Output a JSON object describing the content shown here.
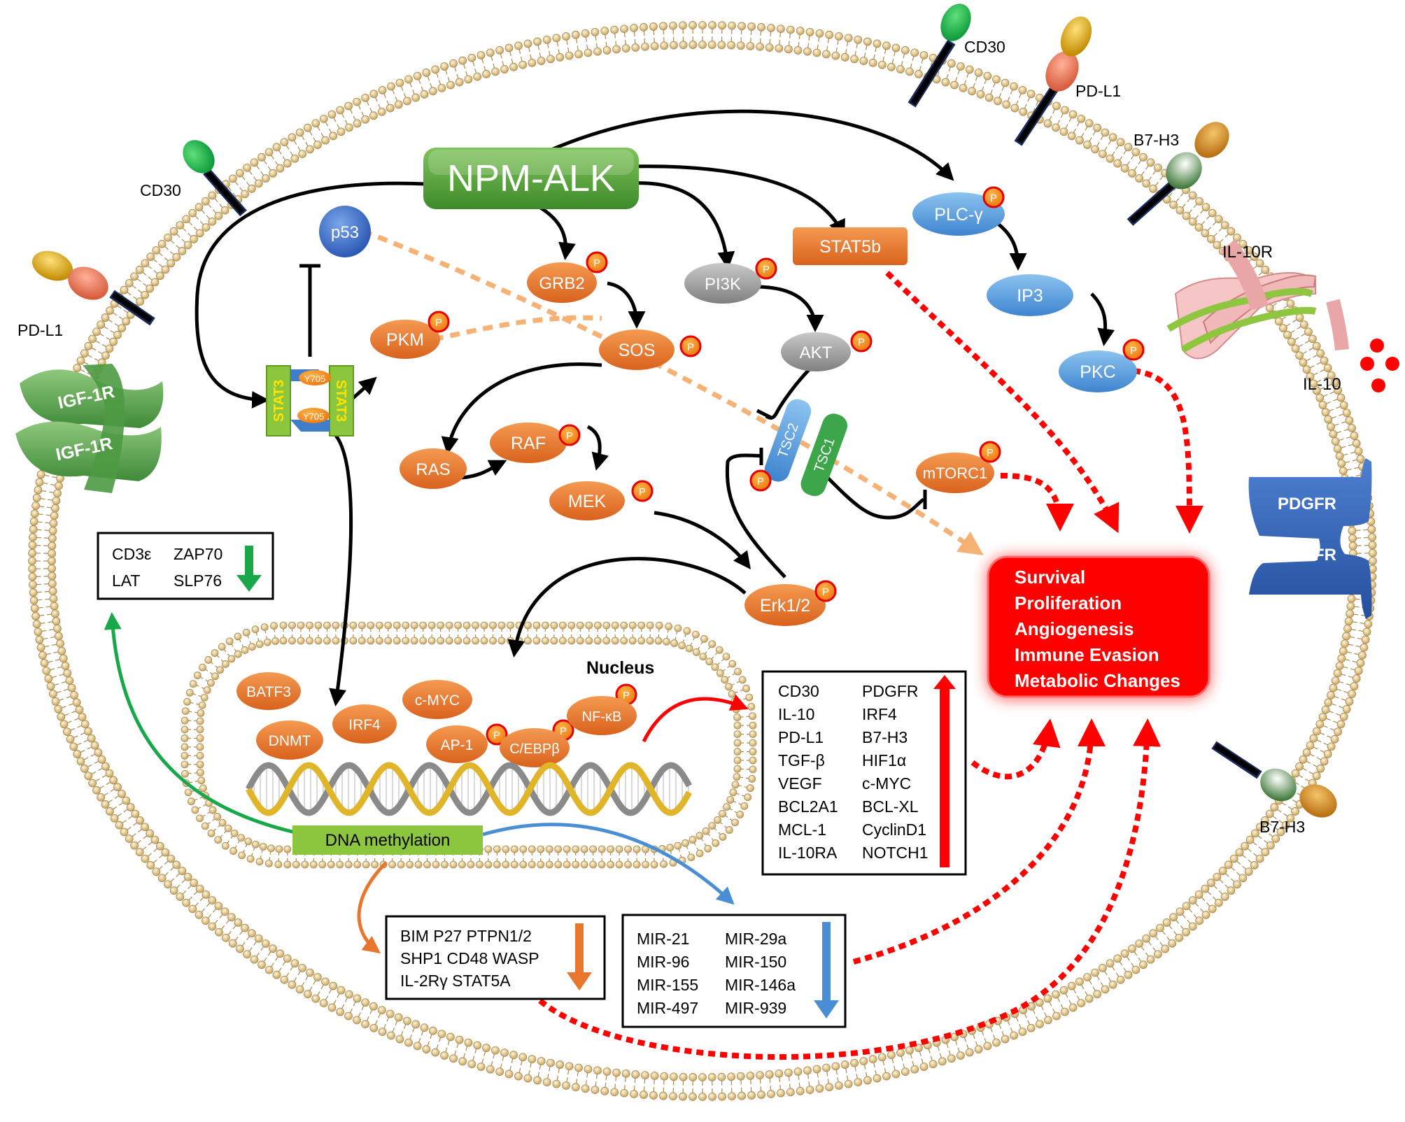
{
  "title": "NPM-ALK",
  "colors": {
    "orange": "#e8762c",
    "gray": "#9a9a9a",
    "blue": "#4f97dc",
    "green_bar": "#8cc63f",
    "red_box": "#ff0000",
    "phospho": "#f7941d",
    "membrane": "#c8a96a"
  },
  "membrane_receptors": {
    "cd30_left": "CD30",
    "pdl1_left": "PD-L1",
    "igf1r_top": "IGF-1R",
    "igf1r_bottom": "IGF-1R",
    "cd30_top": "CD30",
    "pdl1_top": "PD-L1",
    "b7h3_top": "B7-H3",
    "il10r": "IL-10R",
    "il10": "IL-10",
    "pdgfr_top": "PDGFR",
    "pdgfr_bottom": "PDGFR",
    "b7h3_bottom": "B7-H3"
  },
  "nodes": {
    "p53": "p53",
    "stat3_a": "STAT3",
    "stat3_b": "STAT3",
    "y705_a": "Y705",
    "y705_b": "Y705",
    "pkm": "PKM",
    "grb2": "GRB2",
    "sos": "SOS",
    "ras": "RAS",
    "raf": "RAF",
    "mek": "MEK",
    "erk": "Erk1/2",
    "pi3k": "PI3K",
    "akt": "AKT",
    "tsc2": "TSC2",
    "tsc1": "TSC1",
    "mtorc1": "mTORC1",
    "stat5b": "STAT5b",
    "plcg": "PLC-γ",
    "ip3": "IP3",
    "pkc": "PKC",
    "phospho": "P"
  },
  "nucleus": {
    "label": "Nucleus",
    "batf3": "BATF3",
    "dnmt": "DNMT",
    "irf4": "IRF4",
    "cmyc": "c-MYC",
    "ap1": "AP-1",
    "cebpb": "C/EBPβ",
    "nfkb": "NF-κB",
    "dna_methylation": "DNA methylation"
  },
  "outcomes": {
    "lines": [
      "Survival",
      "Proliferation",
      "Angiogenesis",
      "Immune Evasion",
      "Metabolic Changes"
    ]
  },
  "boxes": {
    "tcr_down": {
      "rows": [
        [
          "CD3ε",
          "ZAP70"
        ],
        [
          "LAT",
          "SLP76"
        ]
      ]
    },
    "up_genes": {
      "rows": [
        [
          "CD30",
          "PDGFR"
        ],
        [
          "IL-10",
          "IRF4"
        ],
        [
          "PD-L1",
          "B7-H3"
        ],
        [
          "TGF-β",
          "HIF1α"
        ],
        [
          "VEGF",
          "c-MYC"
        ],
        [
          "BCL2A1",
          "BCL-XL"
        ],
        [
          "MCL-1",
          "CyclinD1"
        ],
        [
          "IL-10RA",
          "NOTCH1"
        ]
      ]
    },
    "methyl_down": {
      "lines": [
        "BIM P27 PTPN1/2",
        "SHP1 CD48 WASP",
        "IL-2Rγ  STAT5A"
      ]
    },
    "mir_down": {
      "rows": [
        [
          "MIR-21",
          "MIR-29a"
        ],
        [
          "MIR-96",
          "MIR-150"
        ],
        [
          "MIR-155",
          "MIR-146a"
        ],
        [
          "MIR-497",
          "MIR-939"
        ]
      ]
    }
  }
}
